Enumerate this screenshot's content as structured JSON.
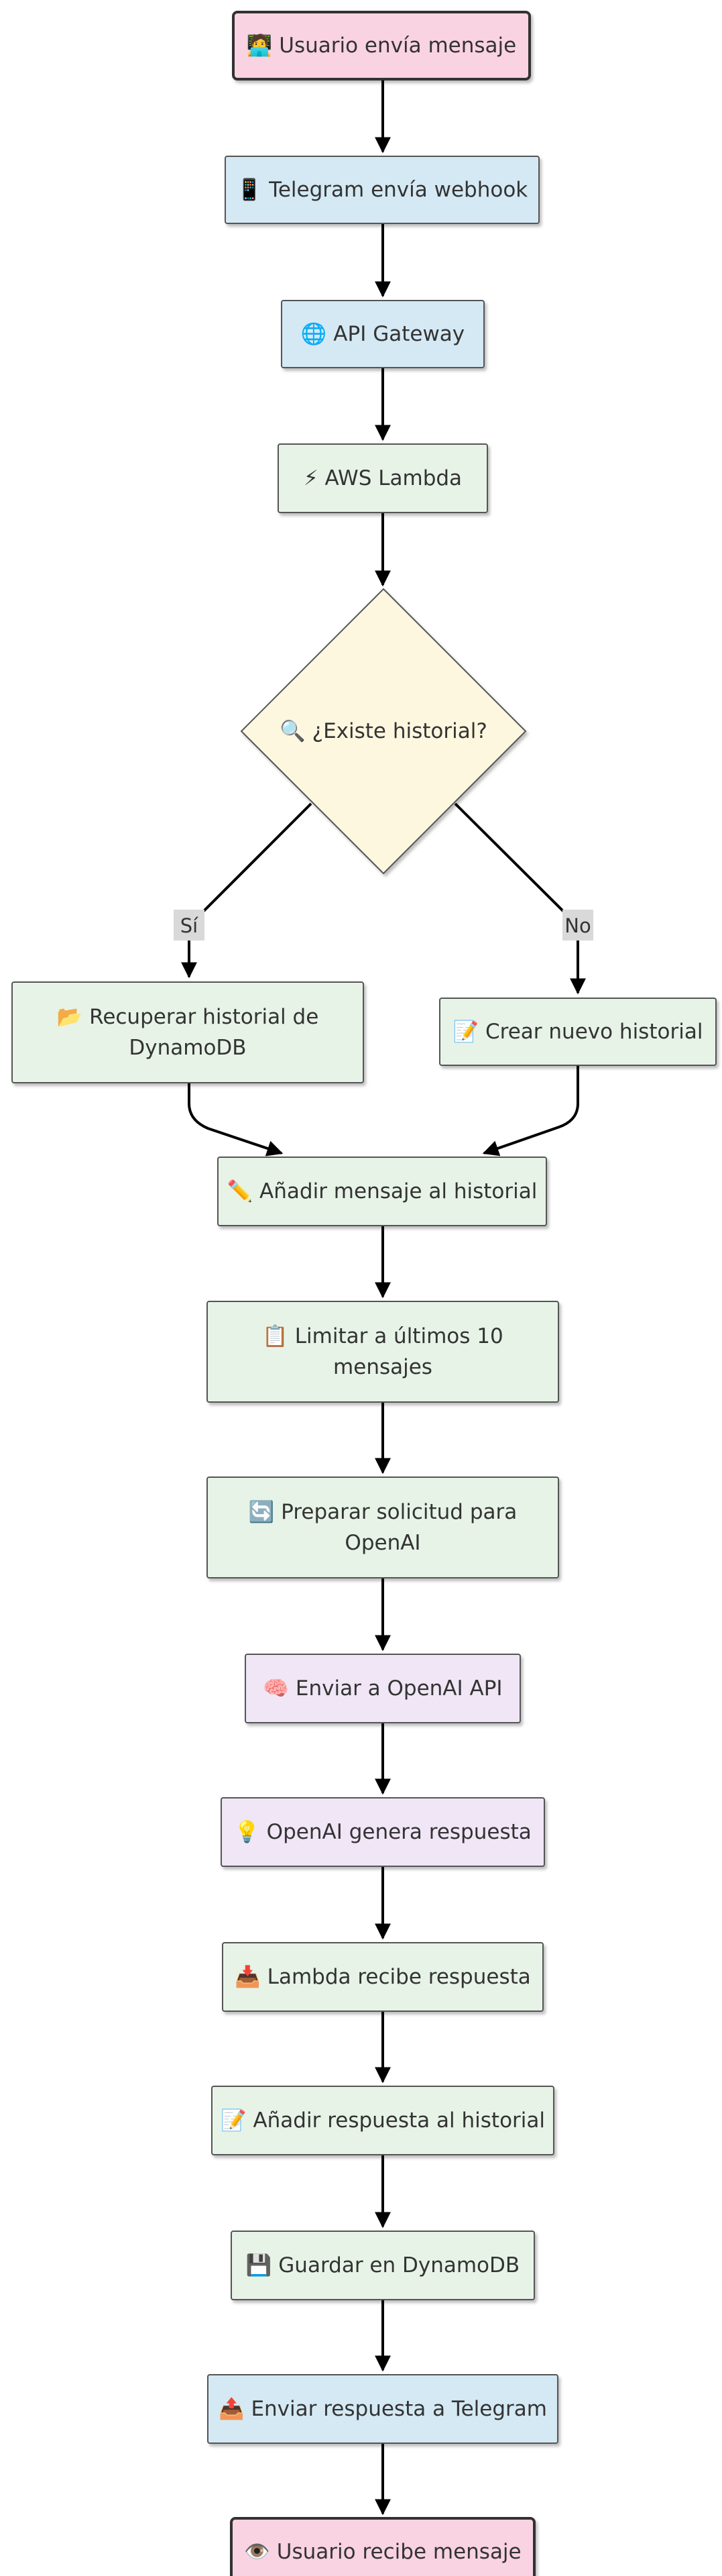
{
  "colors": {
    "pink": "#f9d3e2",
    "blue": "#d4e9f4",
    "green": "#e7f3e7",
    "yellow": "#fdf7df",
    "purple": "#f0e6f6",
    "edge_label_bg": "#d9d9d9"
  },
  "nodes": {
    "user_sends": {
      "text": [
        "🧑‍💻 Usuario envía mensaje"
      ],
      "color": "pink"
    },
    "telegram_webhook": {
      "text": [
        "📱 Telegram envía webhook"
      ],
      "color": "blue"
    },
    "api_gateway": {
      "text": [
        "🌐 API Gateway"
      ],
      "color": "blue"
    },
    "aws_lambda": {
      "text": [
        "⚡ AWS Lambda"
      ],
      "color": "green"
    },
    "history_exists": {
      "text": [
        "🔍 ¿Existe historial?"
      ],
      "color": "yellow"
    },
    "retrieve_history": {
      "text": [
        "📂 Recuperar historial de",
        "DynamoDB"
      ],
      "color": "green"
    },
    "create_history": {
      "text": [
        "📝 Crear nuevo historial"
      ],
      "color": "green"
    },
    "add_message": {
      "text": [
        "✏️ Añadir mensaje al historial"
      ],
      "color": "green"
    },
    "limit_messages": {
      "text": [
        "📋 Limitar a últimos 10",
        "mensajes"
      ],
      "color": "green"
    },
    "prepare_request": {
      "text": [
        "🔄 Preparar solicitud para",
        "OpenAI"
      ],
      "color": "green"
    },
    "send_openai": {
      "text": [
        "🧠 Enviar a OpenAI API"
      ],
      "color": "purple"
    },
    "openai_generates": {
      "text": [
        "💡 OpenAI genera respuesta"
      ],
      "color": "purple"
    },
    "lambda_receives": {
      "text": [
        "📥 Lambda recibe respuesta"
      ],
      "color": "green"
    },
    "add_response": {
      "text": [
        "📝 Añadir respuesta al historial"
      ],
      "color": "green"
    },
    "save_dynamodb": {
      "text": [
        "💾 Guardar en DynamoDB"
      ],
      "color": "green"
    },
    "send_telegram": {
      "text": [
        "📤 Enviar respuesta a Telegram"
      ],
      "color": "blue"
    },
    "user_receives": {
      "text": [
        "👁️ Usuario recibe mensaje"
      ],
      "color": "pink"
    }
  },
  "edge_labels": {
    "yes": "Sí",
    "no": "No"
  }
}
